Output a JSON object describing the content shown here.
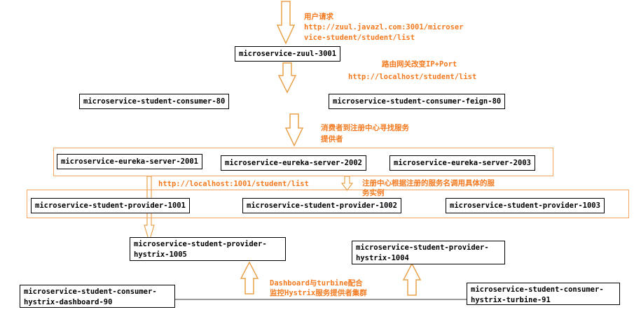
{
  "colors": {
    "note": "#f47a20",
    "arrow": "#e9a24c",
    "group_border": "#f4a460",
    "box_border": "#000000"
  },
  "nodes": {
    "zuul": "microservice-zuul-3001",
    "consumer80": "microservice-student-consumer-80",
    "feign80": "microservice-student-consumer-feign-80",
    "eureka2001": "microservice-eureka-server-2001",
    "eureka2002": "microservice-eureka-server-2002",
    "eureka2003": "microservice-eureka-server-2003",
    "provider1001": "microservice-student-provider-1001",
    "provider1002": "microservice-student-provider-1002",
    "provider1003": "microservice-student-provider-1003",
    "hystrix1005": "microservice-student-provider-hystrix-1005",
    "hystrix1004": "microservice-student-provider-hystrix-1004",
    "dashboard90": "microservice-student-consumer-hystrix-dashboard-90",
    "turbine91": "microservice-student-consumer-hystrix-turbine-91"
  },
  "notes": {
    "user_request_title": "用户请求",
    "user_request_url": "http://zuul.javazl.com:3001/microservice-student/student/list",
    "gateway_title": "路由网关改变IP+Port",
    "gateway_url": "http://localhost/student/list",
    "consumer_lookup": "消费者到注册中心寻找服务提供者",
    "provider_url": "http://localhost:1001/student/list",
    "registry_call": "注册中心根据注册的服务名调用具体的服务实例",
    "dashboard_turbine": "Dashboard与turbine配合监控Hystrix服务提供者集群"
  }
}
